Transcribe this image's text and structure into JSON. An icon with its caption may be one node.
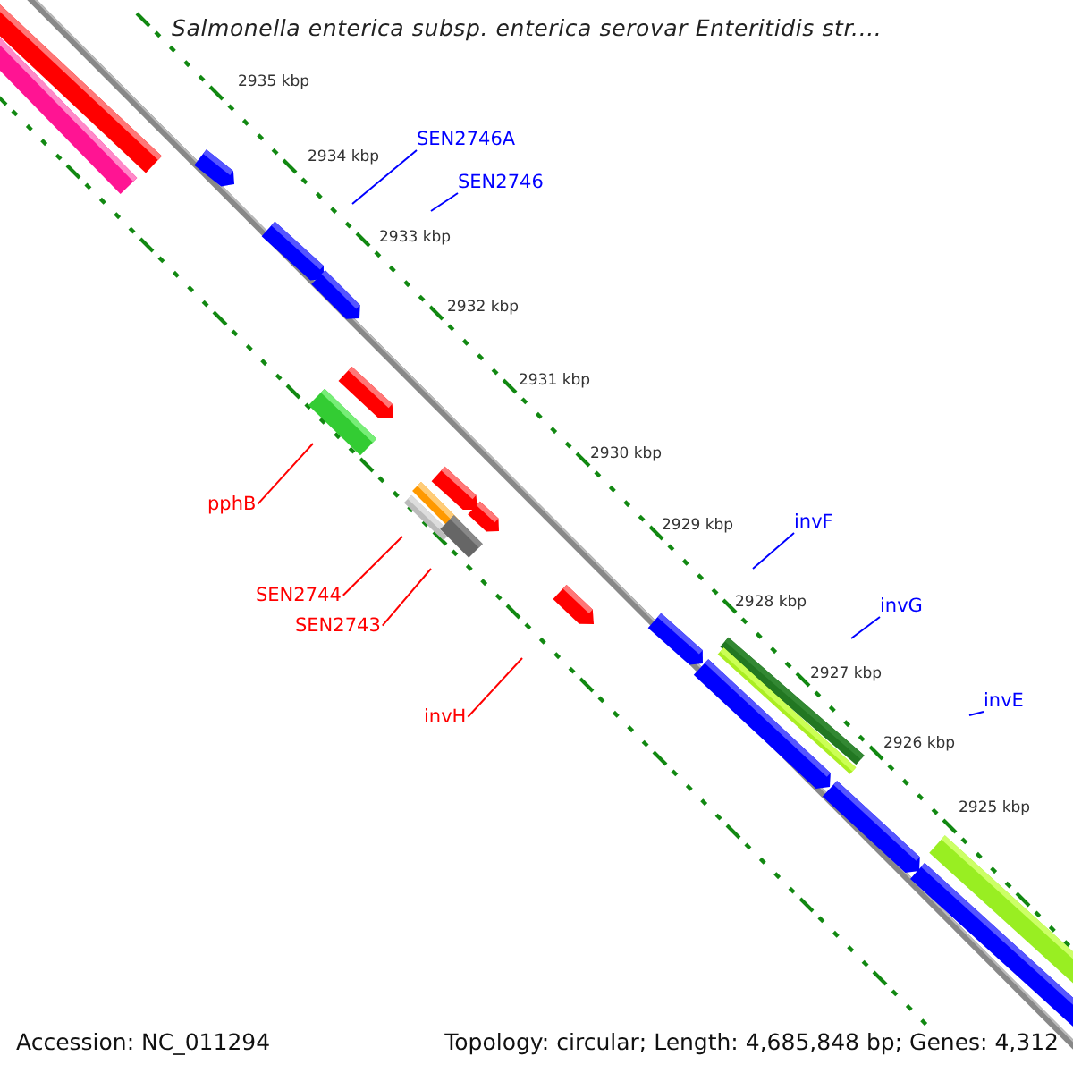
{
  "diagram": {
    "title": "Salmonella enterica subsp. enterica serovar Enteritidis str....",
    "nodes": [
      {
        "text": [
          "SEN2746A"
        ]
      },
      {
        "text": [
          "SEN2746"
        ]
      },
      {
        "text": [
          "pphB"
        ]
      },
      {
        "text": [
          "invF"
        ]
      },
      {
        "text": [
          "SEN2744"
        ]
      },
      {
        "text": [
          "invG"
        ]
      },
      {
        "text": [
          "SEN2743"
        ]
      },
      {
        "text": [
          "invE"
        ]
      },
      {
        "text": [
          "invH"
        ]
      }
    ],
    "edges": [
      {
        "from": 0,
        "to": null,
        "arrow": "none",
        "color": "#0000ff"
      },
      {
        "from": 1,
        "to": null,
        "arrow": "none",
        "color": "#0000ff"
      },
      {
        "from": 2,
        "to": null,
        "arrow": "none",
        "color": "#ff0000"
      },
      {
        "from": 3,
        "to": null,
        "arrow": "none",
        "color": "#0000ff"
      },
      {
        "from": 4,
        "to": null,
        "arrow": "none",
        "color": "#ff0000"
      },
      {
        "from": 5,
        "to": null,
        "arrow": "none",
        "color": "#0000ff"
      },
      {
        "from": 6,
        "to": null,
        "arrow": "none",
        "color": "#ff0000"
      },
      {
        "from": 7,
        "to": null,
        "arrow": "none",
        "color": "#0000ff"
      },
      {
        "from": 8,
        "to": null,
        "arrow": "none",
        "color": "#ff0000"
      }
    ],
    "labels": [
      "2935 kbp",
      "2934 kbp",
      "2933 kbp",
      "2932 kbp",
      "2931 kbp",
      "2930 kbp",
      "2929 kbp",
      "2928 kbp",
      "2927 kbp",
      "2926 kbp",
      "2925 kbp",
      "Accession: NC_011294",
      "Topology: circular; Length: 4,685,848 bp; Genes: 4,312"
    ]
  }
}
